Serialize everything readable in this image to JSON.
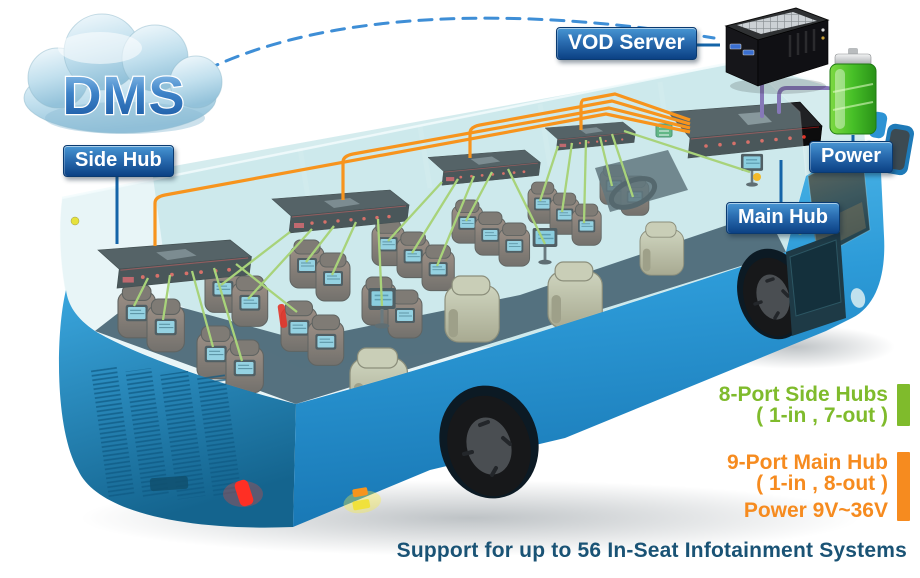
{
  "cloud": {
    "text": "DMS"
  },
  "labels": {
    "side_hub": "Side Hub",
    "vod_server": "VOD Server",
    "main_hub": "Main Hub",
    "power": "Power"
  },
  "specs": {
    "side_hubs": {
      "title": "8-Port Side Hubs",
      "detail": "( 1-in , 7-out )",
      "color": "#7FBB2C"
    },
    "main_hub": {
      "title": "9-Port Main Hub",
      "detail": "( 1-in , 8-out )",
      "power": "Power 9V~36V",
      "color": "#F68B1F"
    }
  },
  "footer": {
    "text": "Support for up to 56 In-Seat Infotainment Systems",
    "color": "#1A5375"
  },
  "colors": {
    "cable_orange": "#F7941D",
    "cable_green": "#9CCB3E",
    "cable_purple": "#8678B8",
    "dashed_link_blue": "#3E8ED6",
    "connector_blue": "#1464A8",
    "bus_blue": "#2D9BD8"
  },
  "icons": {
    "cloud": "dms-cloud",
    "vod_server": "server-box-icon",
    "battery": "battery-icon",
    "bus": "bus-cutaway-illustration",
    "side_hub": "hub-device-icon",
    "main_hub": "hub-device-icon"
  }
}
